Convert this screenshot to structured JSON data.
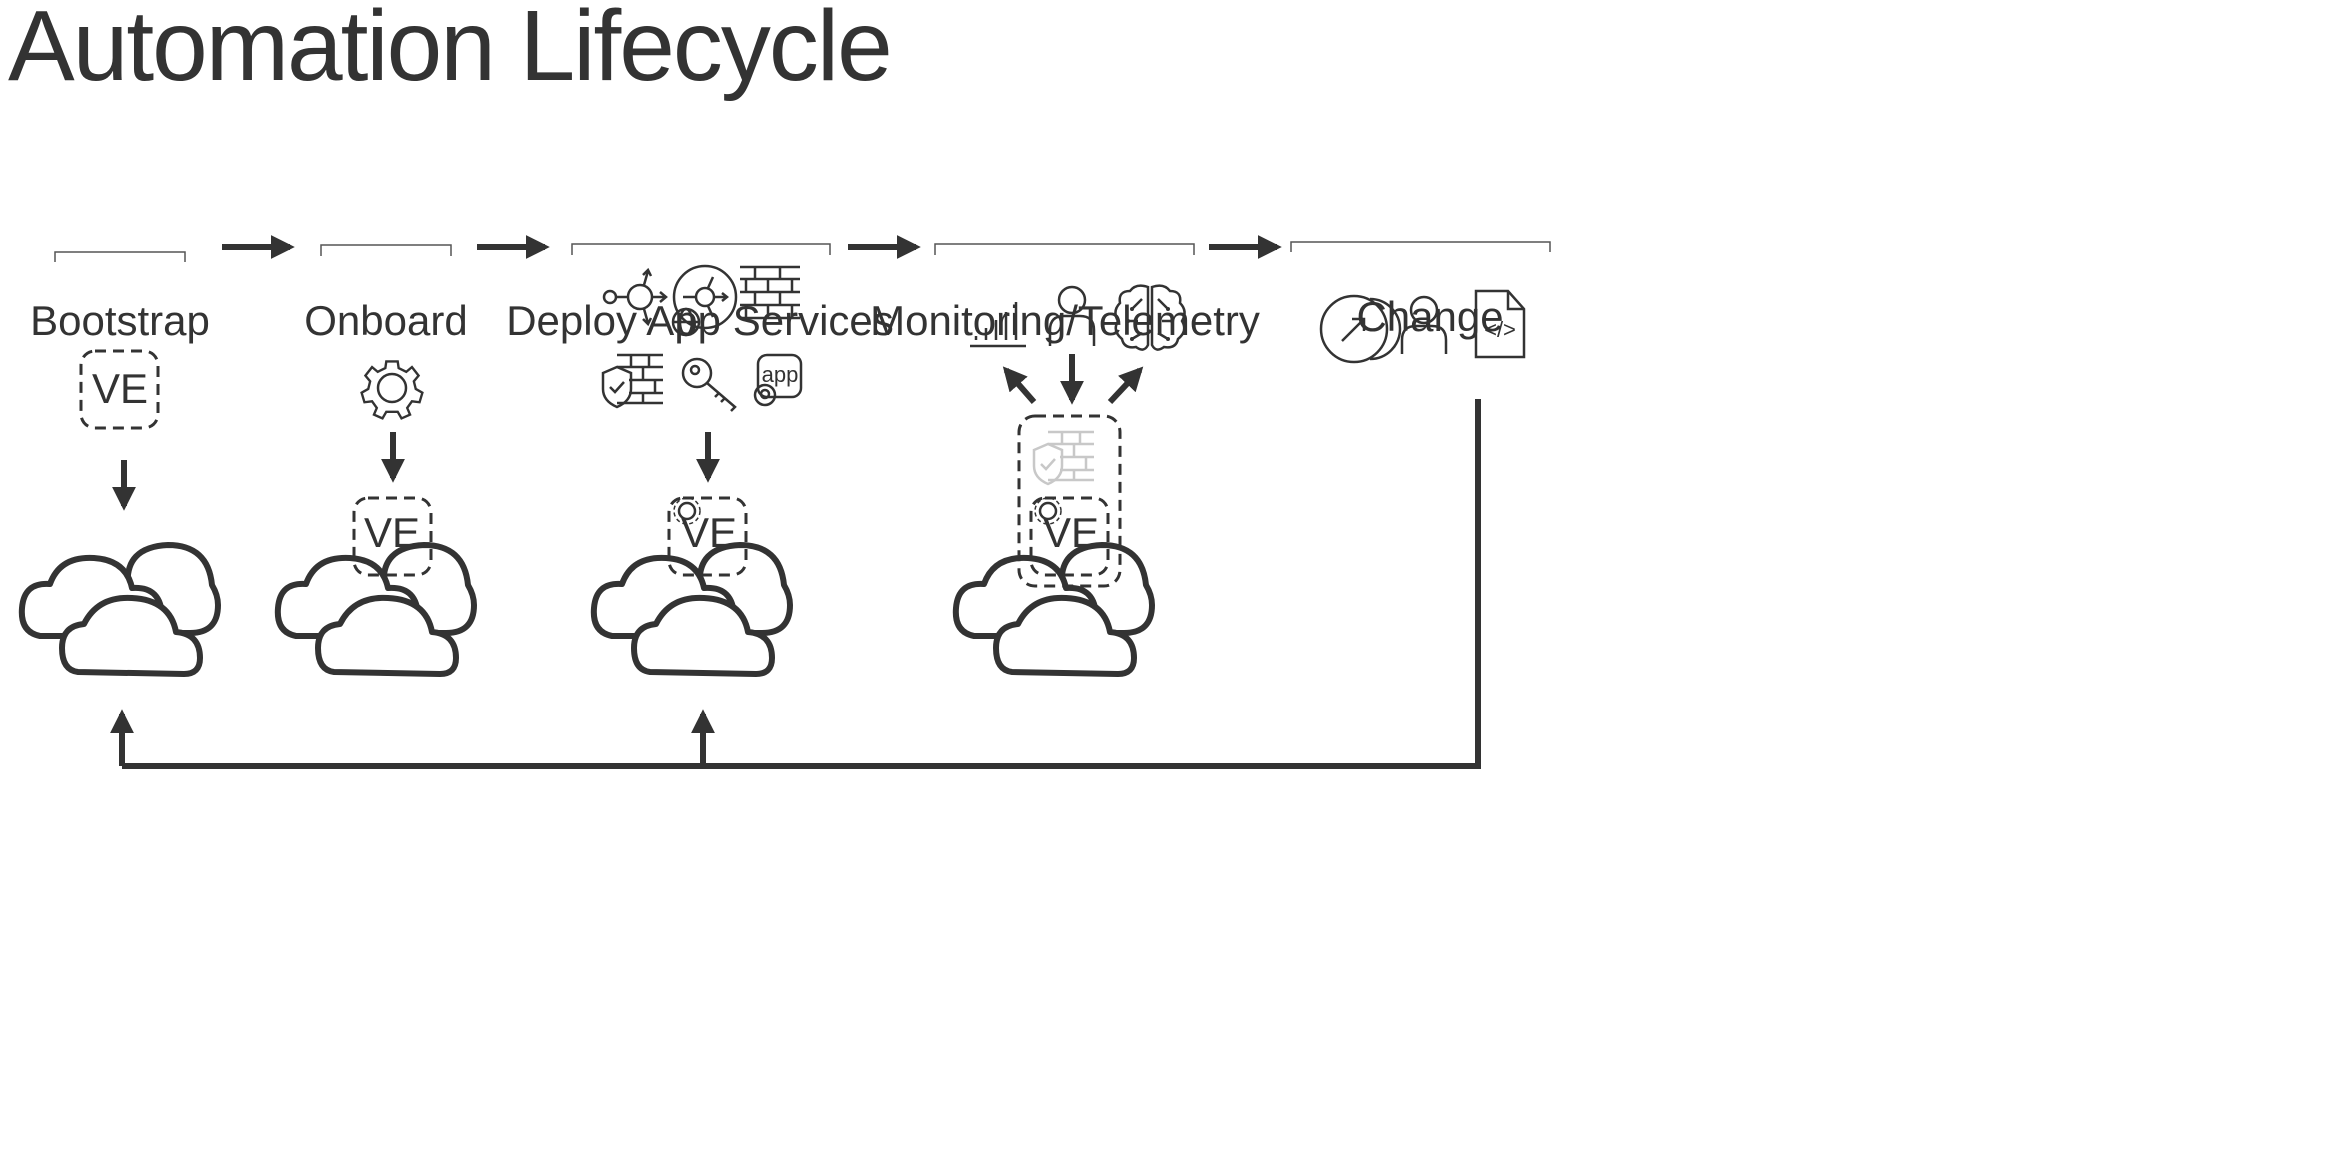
{
  "title": "Automation Lifecycle",
  "stages": [
    {
      "label": "Bootstrap"
    },
    {
      "label": "Onboard"
    },
    {
      "label": "Deploy App Services"
    },
    {
      "label": "Monitoring/Telemetry"
    },
    {
      "label": "Change"
    }
  ],
  "ve_label": "VE",
  "app_icon_label": "app",
  "code_icon_label": "</>",
  "icons": {
    "onboard": [
      "gear-icon"
    ],
    "deploy": [
      "routing-icon",
      "global-routing-icon",
      "firewall-icon",
      "secure-firewall-icon",
      "key-icon",
      "app-security-icon"
    ],
    "monitoring": [
      "bar-chart-icon",
      "user-icon",
      "brain-icon"
    ],
    "change": [
      "deploy-arrow-icon",
      "user-icon",
      "code-file-icon"
    ]
  },
  "colors": {
    "stroke": "#333333",
    "faint": "#c8c8c8"
  }
}
